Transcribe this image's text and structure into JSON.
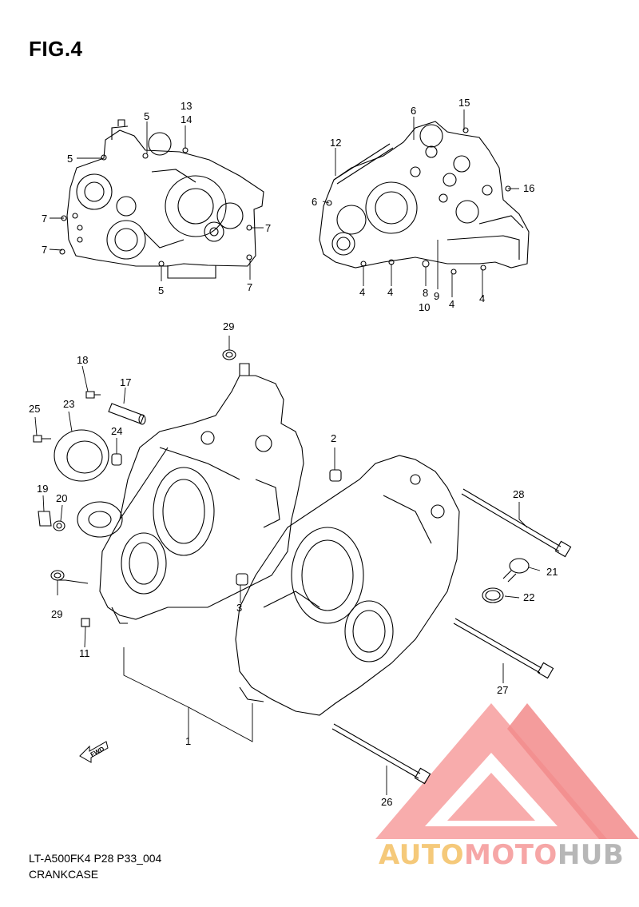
{
  "figure": {
    "title": "FIG.4"
  },
  "callouts": {
    "c1": "1",
    "c2": "2",
    "c3": "3",
    "c4": "4",
    "c5": "5",
    "c6": "6",
    "c7": "7",
    "c8": "8",
    "c9": "9",
    "c10": "10",
    "c11": "11",
    "c12": "12",
    "c13": "13",
    "c14": "14",
    "c15": "15",
    "c16": "16",
    "c17": "17",
    "c18": "18",
    "c19": "19",
    "c20": "20",
    "c21": "21",
    "c22": "22",
    "c23": "23",
    "c24": "24",
    "c25": "25",
    "c26": "26",
    "c27": "27",
    "c28": "28",
    "c29": "29"
  },
  "fwd_label": "FWD",
  "footer": {
    "model_code": "LT-A500FK4 P28 P33_004",
    "section_name": "CRANKCASE"
  },
  "watermark": {
    "part1": "AUTO",
    "part2": "MOTO",
    "part3": "HUB"
  },
  "colors": {
    "line": "#000000",
    "wm_red": "#f28b8b",
    "wm_orange": "#f5c97a",
    "wm_gray": "#b7b7b7"
  }
}
